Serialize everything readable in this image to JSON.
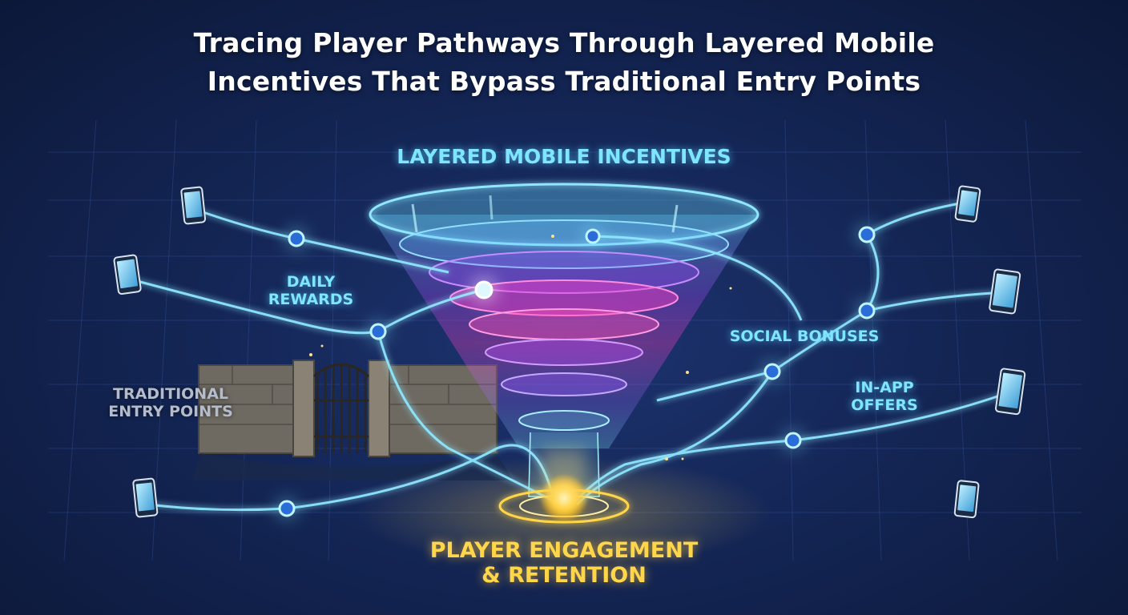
{
  "title": {
    "line1": "Tracing Player Pathways Through Layered Mobile",
    "line2": "Incentives That Bypass Traditional Entry Points"
  },
  "labels": {
    "funnel": "LAYERED MOBILE INCENTIVES",
    "daily_rewards": [
      "DAILY",
      "REWARDS"
    ],
    "traditional": [
      "TRADITIONAL",
      "ENTRY POINTS"
    ],
    "social_bonuses": "SOCIAL BONUSES",
    "in_app": [
      "IN-APP",
      "OFFERS"
    ],
    "engagement": [
      "PLAYER ENGAGEMENT",
      "& RETENTION"
    ]
  },
  "colors": {
    "glow_cyan": "#7fe6ff",
    "funnel_blue": "#4fc3ff",
    "funnel_magenta": "#e040fb",
    "core_gold": "#ffd54a",
    "gate_stone": "#8a8274"
  },
  "icons": [
    "smartphone-icon",
    "gate-icon",
    "node-icon"
  ]
}
